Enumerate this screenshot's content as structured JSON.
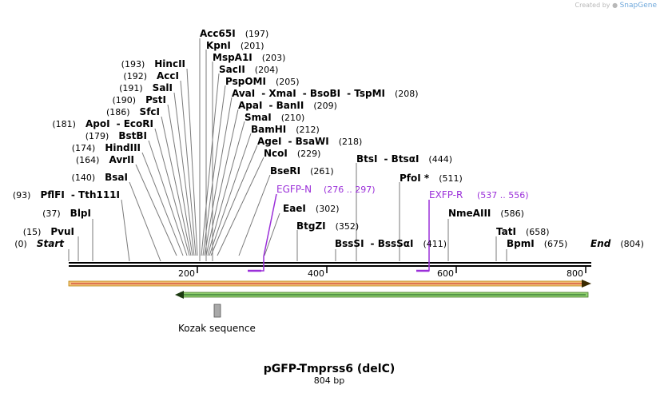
{
  "header": {
    "credit_prefix": "Created by",
    "credit_brand": "SnapGene"
  },
  "plasmid": {
    "name": "pGFP-Tmprss6 (delC)",
    "length_label": "804 bp"
  },
  "axis": {
    "ticks": [
      "200",
      "400",
      "600",
      "800"
    ]
  },
  "sites": [
    {
      "name": "Acc65I",
      "pos": "(197)"
    },
    {
      "name": "KpnI",
      "pos": "(201)"
    },
    {
      "name": "MspA1I",
      "pos": "(203)"
    },
    {
      "name": "SacII",
      "pos": "(204)"
    },
    {
      "name": "PspOMI",
      "pos": "(205)"
    },
    {
      "name": "AvaI",
      "name2": "XmaI",
      "name3": "BsoBI",
      "name4": "TspMI",
      "pos": "(208)"
    },
    {
      "name": "ApaI",
      "name2": "BanII",
      "pos": "(209)"
    },
    {
      "name": "SmaI",
      "pos": "(210)"
    },
    {
      "name": "BamHI",
      "pos": "(212)"
    },
    {
      "name": "AgeI",
      "name2": "BsaWI",
      "pos": "(218)"
    },
    {
      "name": "NcoI",
      "pos": "(229)"
    },
    {
      "name": "BseRI",
      "pos": "(261)"
    },
    {
      "name": "EaeI",
      "pos": "(302)"
    },
    {
      "name": "BtgZI",
      "pos": "(352)"
    },
    {
      "name": "BssSI",
      "name2": "BssSαI",
      "pos": "(411)"
    },
    {
      "name": "BtsI",
      "name2": "BtsαI",
      "pos": "(444)"
    },
    {
      "name": "PfoI *",
      "pos": "(511)"
    },
    {
      "name": "NmeAIII",
      "pos": "(586)"
    },
    {
      "name": "TatI",
      "pos": "(658)"
    },
    {
      "name": "BpmI",
      "pos": "(675)"
    },
    {
      "name": "End",
      "pos": "(804)"
    },
    {
      "name": "HincII",
      "pos": "(193)"
    },
    {
      "name": "AccI",
      "pos": "(192)"
    },
    {
      "name": "SalI",
      "pos": "(191)"
    },
    {
      "name": "PstI",
      "pos": "(190)"
    },
    {
      "name": "SfcI",
      "pos": "(186)"
    },
    {
      "name": "ApoI",
      "name2": "EcoRI",
      "pos": "(181)"
    },
    {
      "name": "BstBI",
      "pos": "(179)"
    },
    {
      "name": "HindIII",
      "pos": "(174)"
    },
    {
      "name": "AvrII",
      "pos": "(164)"
    },
    {
      "name": "BsaI",
      "pos": "(140)"
    },
    {
      "name": "PflFI",
      "name2": "Tth111I",
      "pos": "(93)"
    },
    {
      "name": "BlpI",
      "pos": "(37)"
    },
    {
      "name": "PvuI",
      "pos": "(15)"
    },
    {
      "name": "Start",
      "pos": "(0)"
    }
  ],
  "primers": [
    {
      "name": "EGFP-N",
      "range": "(276 .. 297)"
    },
    {
      "name": "EXFP-R",
      "range": "(537 .. 556)"
    }
  ],
  "features": [
    {
      "name": "Kozak sequence"
    }
  ],
  "colors": {
    "primer": "#9b30d9",
    "orange_arrow": "#f4c07a",
    "green_arrow": "#8fcf6e",
    "kozak": "#a9a9a9"
  }
}
